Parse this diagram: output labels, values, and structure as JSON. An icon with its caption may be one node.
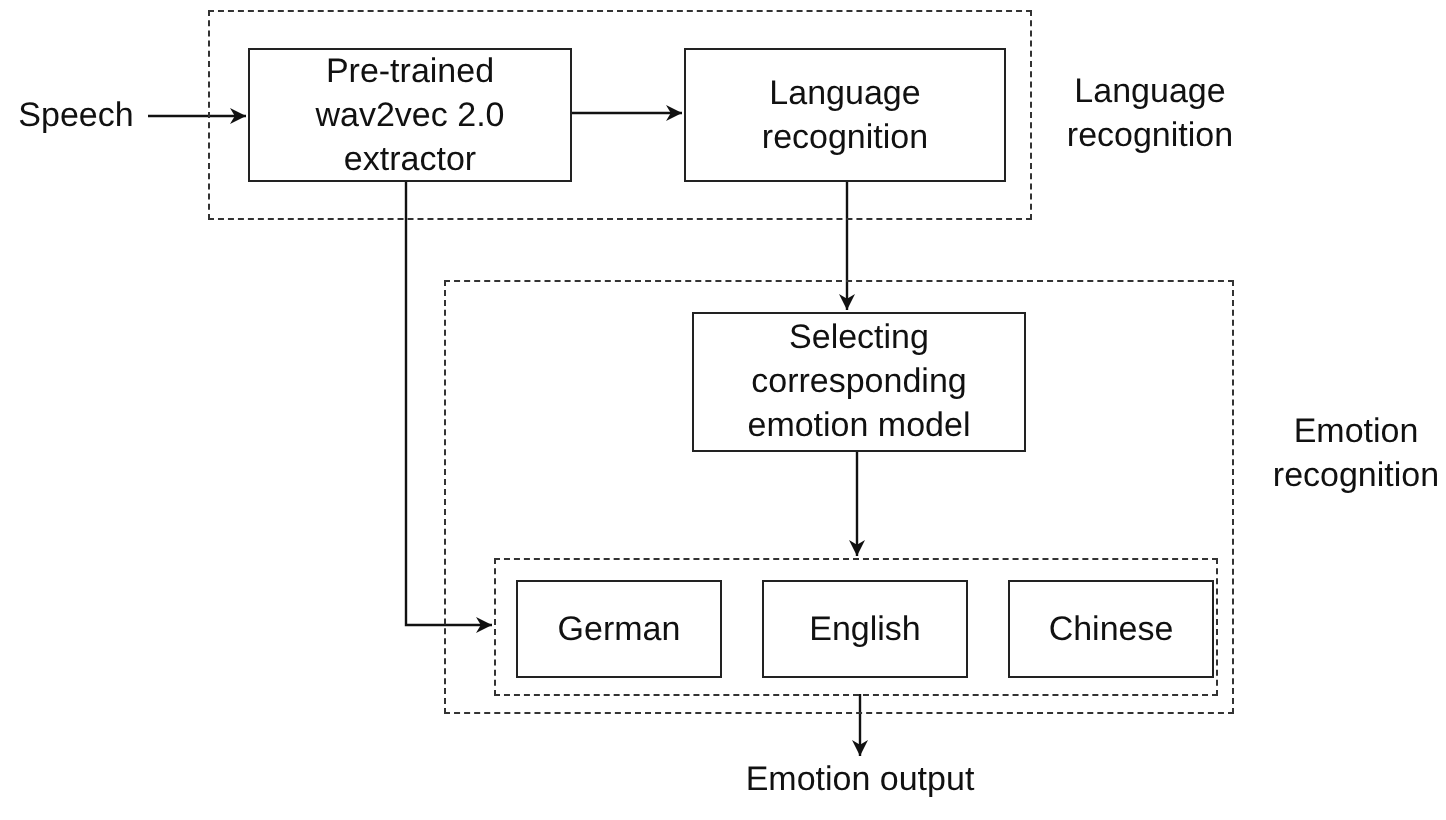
{
  "diagram": {
    "nodes": [
      {
        "text": [
          "Speech"
        ]
      },
      {
        "text": [],
        "shape": "box",
        "beside": [
          "Language recognition"
        ]
      },
      {
        "text": [
          "Pre-trained wav2vec 2.0 extractor"
        ],
        "in": 1
      },
      {
        "text": [
          "Language recognition"
        ],
        "in": 1
      },
      {
        "text": [],
        "shape": "box",
        "beside": [
          "Emotion recognition"
        ]
      },
      {
        "text": [
          "Selecting corresponding emotion model"
        ],
        "in": 4
      },
      {
        "text": [],
        "shape": "box",
        "in": 4
      },
      {
        "text": [
          "German"
        ],
        "in": 6
      },
      {
        "text": [
          "English"
        ],
        "in": 6
      },
      {
        "text": [
          "Chinese"
        ],
        "in": 6
      },
      {
        "text": [
          "Emotion output"
        ]
      }
    ],
    "edges": [
      {
        "from": 0,
        "to": 2,
        "arrow": "to"
      },
      {
        "from": 2,
        "to": 3,
        "arrow": "to"
      },
      {
        "from": 3,
        "to": 5,
        "arrow": "to"
      },
      {
        "from": 5,
        "to": 6,
        "arrow": "to"
      },
      {
        "from": 2,
        "to": 6,
        "arrow": "to"
      },
      {
        "from": 6,
        "to": 10,
        "arrow": "to"
      }
    ]
  }
}
